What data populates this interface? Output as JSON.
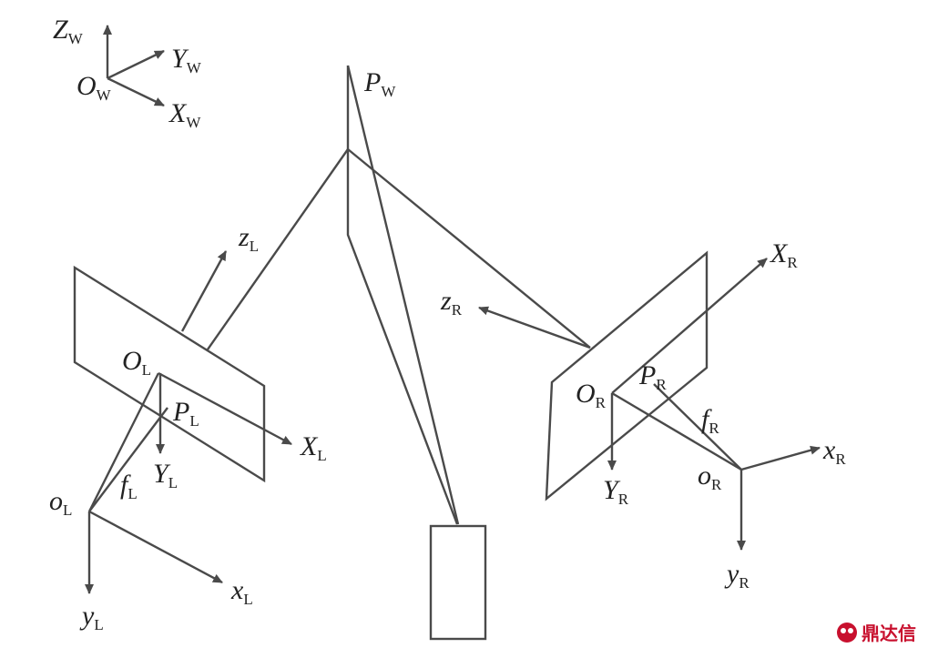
{
  "labels": {
    "Zw": {
      "main": "Z",
      "sub": "W"
    },
    "Yw": {
      "main": "Y",
      "sub": "W"
    },
    "Ow": {
      "main": "O",
      "sub": "W"
    },
    "Xw": {
      "main": "X",
      "sub": "W"
    },
    "Pw": {
      "main": "P",
      "sub": "W"
    },
    "zL": {
      "main": "z",
      "sub": "L"
    },
    "OL": {
      "main": "O",
      "sub": "L"
    },
    "PL": {
      "main": "P",
      "sub": "L"
    },
    "XL": {
      "main": "X",
      "sub": "L"
    },
    "YL": {
      "main": "Y",
      "sub": "L"
    },
    "fL": {
      "main": "f",
      "sub": "L"
    },
    "oL": {
      "main": "o",
      "sub": "L"
    },
    "xL": {
      "main": "x",
      "sub": "L"
    },
    "yL": {
      "main": "y",
      "sub": "L"
    },
    "XR": {
      "main": "X",
      "sub": "R"
    },
    "zR": {
      "main": "z",
      "sub": "R"
    },
    "OR": {
      "main": "O",
      "sub": "R"
    },
    "PR": {
      "main": "P",
      "sub": "R"
    },
    "fR": {
      "main": "f",
      "sub": "R"
    },
    "xR": {
      "main": "x",
      "sub": "R"
    },
    "oR": {
      "main": "o",
      "sub": "R"
    },
    "YR": {
      "main": "Y",
      "sub": "R"
    },
    "yR": {
      "main": "y",
      "sub": "R"
    }
  },
  "watermark": {
    "text": "鼎达信"
  },
  "colors": {
    "line": "#4a4a4a",
    "watermark": "#c8102e"
  }
}
